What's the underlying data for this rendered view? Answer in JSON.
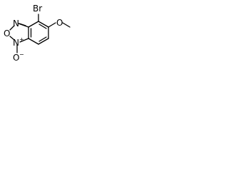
{
  "molecule": {
    "atoms": {
      "bromine": "Br",
      "methoxy_oxygen": "O",
      "ring_oxygen": "O",
      "n_upper": "N",
      "n_lower": "N",
      "n_oxide_oxygen": "O",
      "n_oxide_oxygen_charge": "−",
      "n_lower_charge": "+"
    }
  }
}
